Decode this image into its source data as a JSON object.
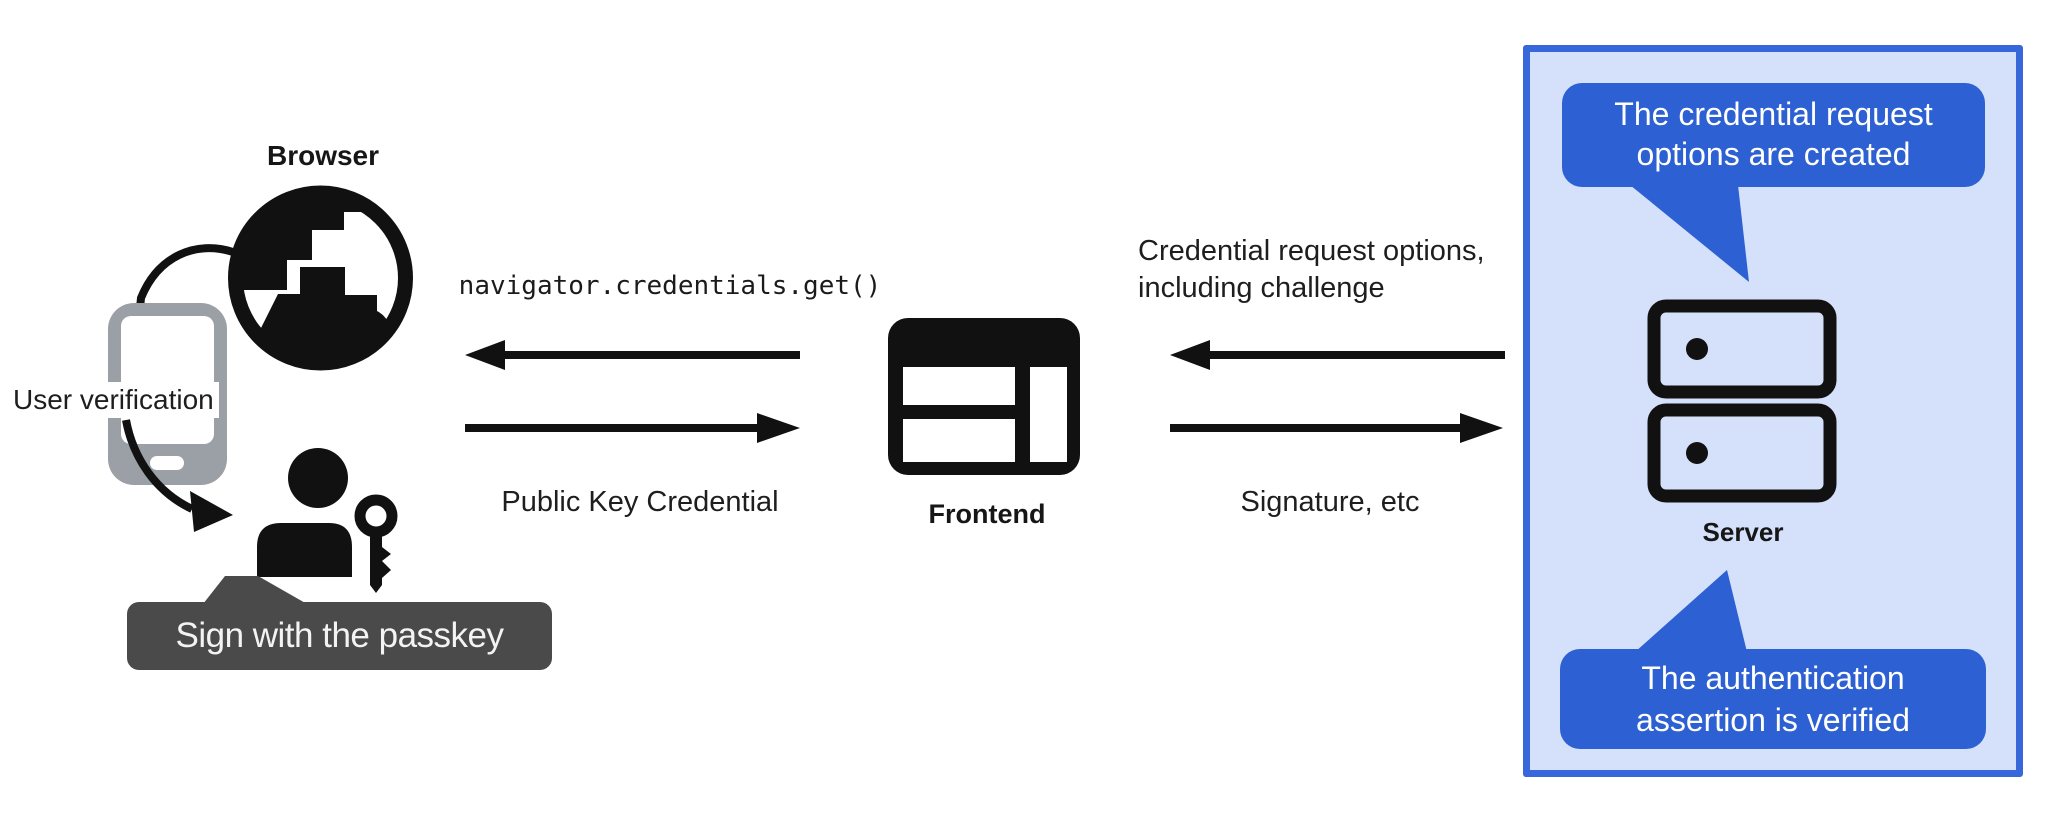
{
  "labels": {
    "browser": "Browser",
    "user_verification": "User verification",
    "sign_with_passkey": "Sign with the passkey",
    "frontend": "Frontend",
    "server": "Server"
  },
  "messages": {
    "get_call": "navigator.credentials.get()",
    "public_key_credential": "Public Key Credential",
    "cred_request_line1": "Credential request options,",
    "cred_request_line2": "including challenge",
    "signature": "Signature, etc"
  },
  "callouts": {
    "created_line1": "The credential request",
    "created_line2": "options are created",
    "verified_line1": "The authentication",
    "verified_line2": "assertion is verified"
  },
  "icons": {
    "globe": "globe-icon",
    "phone": "phone-icon",
    "person": "person-icon",
    "key": "key-icon",
    "frontend_window": "browser-window-icon",
    "server_stack": "server-stack-icon",
    "arrows": [
      "arrow-frontend-to-browser",
      "arrow-browser-to-frontend",
      "arrow-server-to-frontend",
      "arrow-frontend-to-server",
      "curved-arrow-globe-to-phone",
      "curved-arrow-phone-to-user"
    ]
  },
  "colors": {
    "callout_blue": "#2D60D2",
    "box_border": "#3767DA",
    "box_fill": "#D5E1FA",
    "tooltip_gray": "#4A4A4A",
    "phone_gray": "#9AA0A6",
    "ink": "#111111"
  }
}
